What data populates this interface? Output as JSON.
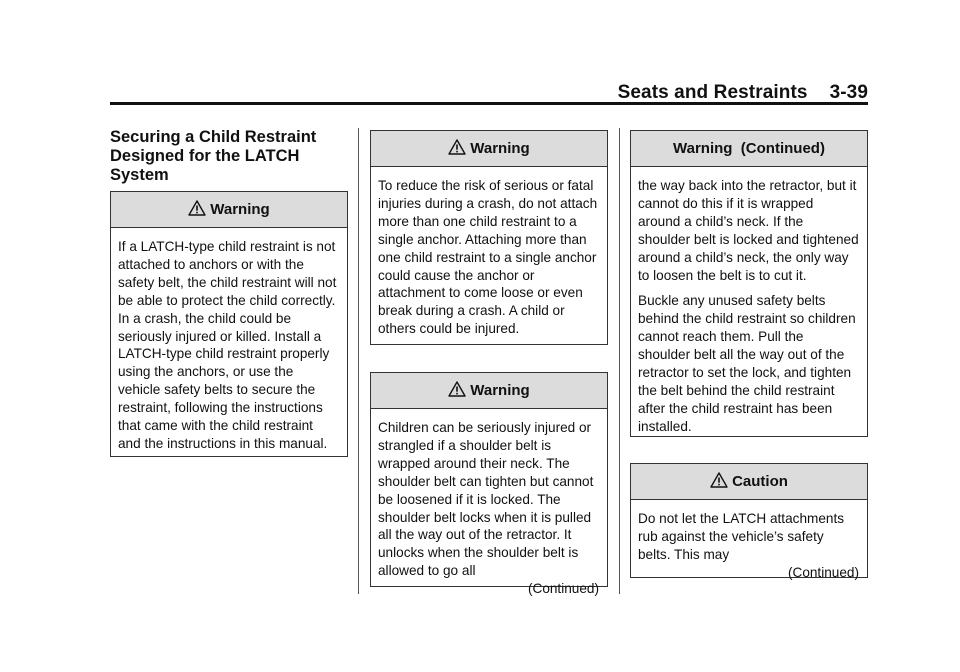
{
  "header": {
    "section": "Seats and Restraints",
    "page_number": "3-39"
  },
  "section_title": "Securing a Child Restraint Designed for the LATCH System",
  "boxes": [
    {
      "title": "Warning",
      "icon": "warning-icon",
      "paragraphs": [
        "If a LATCH-type child restraint is not attached to anchors or with the safety belt, the child restraint will not be able to protect the child correctly. In a crash, the child could be seriously injured or killed. Install a LATCH-type child restraint properly using the anchors, or use the vehicle safety belts to secure the restraint, following the instructions that came with the child restraint and the instructions in this manual."
      ]
    },
    {
      "title": "Warning",
      "icon": "warning-icon",
      "paragraphs": [
        "To reduce the risk of serious or fatal injuries during a crash, do not attach more than one child restraint to a single anchor. Attaching more than one child restraint to a single anchor could cause the anchor or attachment to come loose or even break during a crash. A child or others could be injured."
      ]
    },
    {
      "title": "Warning",
      "icon": "warning-icon",
      "paragraphs": [
        "Children can be seriously injured or strangled if a shoulder belt is wrapped around their neck. The shoulder belt can tighten but cannot be loosened if it is locked. The shoulder belt locks when it is pulled all the way out of the retractor. It unlocks when the shoulder belt is allowed to go all"
      ],
      "continued": "(Continued)"
    },
    {
      "title": "Warning  (Continued)",
      "paragraphs": [
        "the way back into the retractor, but it cannot do this if it is wrapped around a child’s neck. If the shoulder belt is locked and tightened around a child’s neck, the only way to loosen the belt is to cut it.",
        "Buckle any unused safety belts behind the child restraint so children cannot reach them. Pull the shoulder belt all the way out of the retractor to set the lock, and tighten the belt behind the child restraint after the child restraint has been installed."
      ]
    },
    {
      "title": "Caution",
      "icon": "warning-icon",
      "paragraphs": [
        "Do not let the LATCH attachments rub against the vehicle’s safety belts. This may"
      ],
      "continued": "(Continued)"
    }
  ]
}
